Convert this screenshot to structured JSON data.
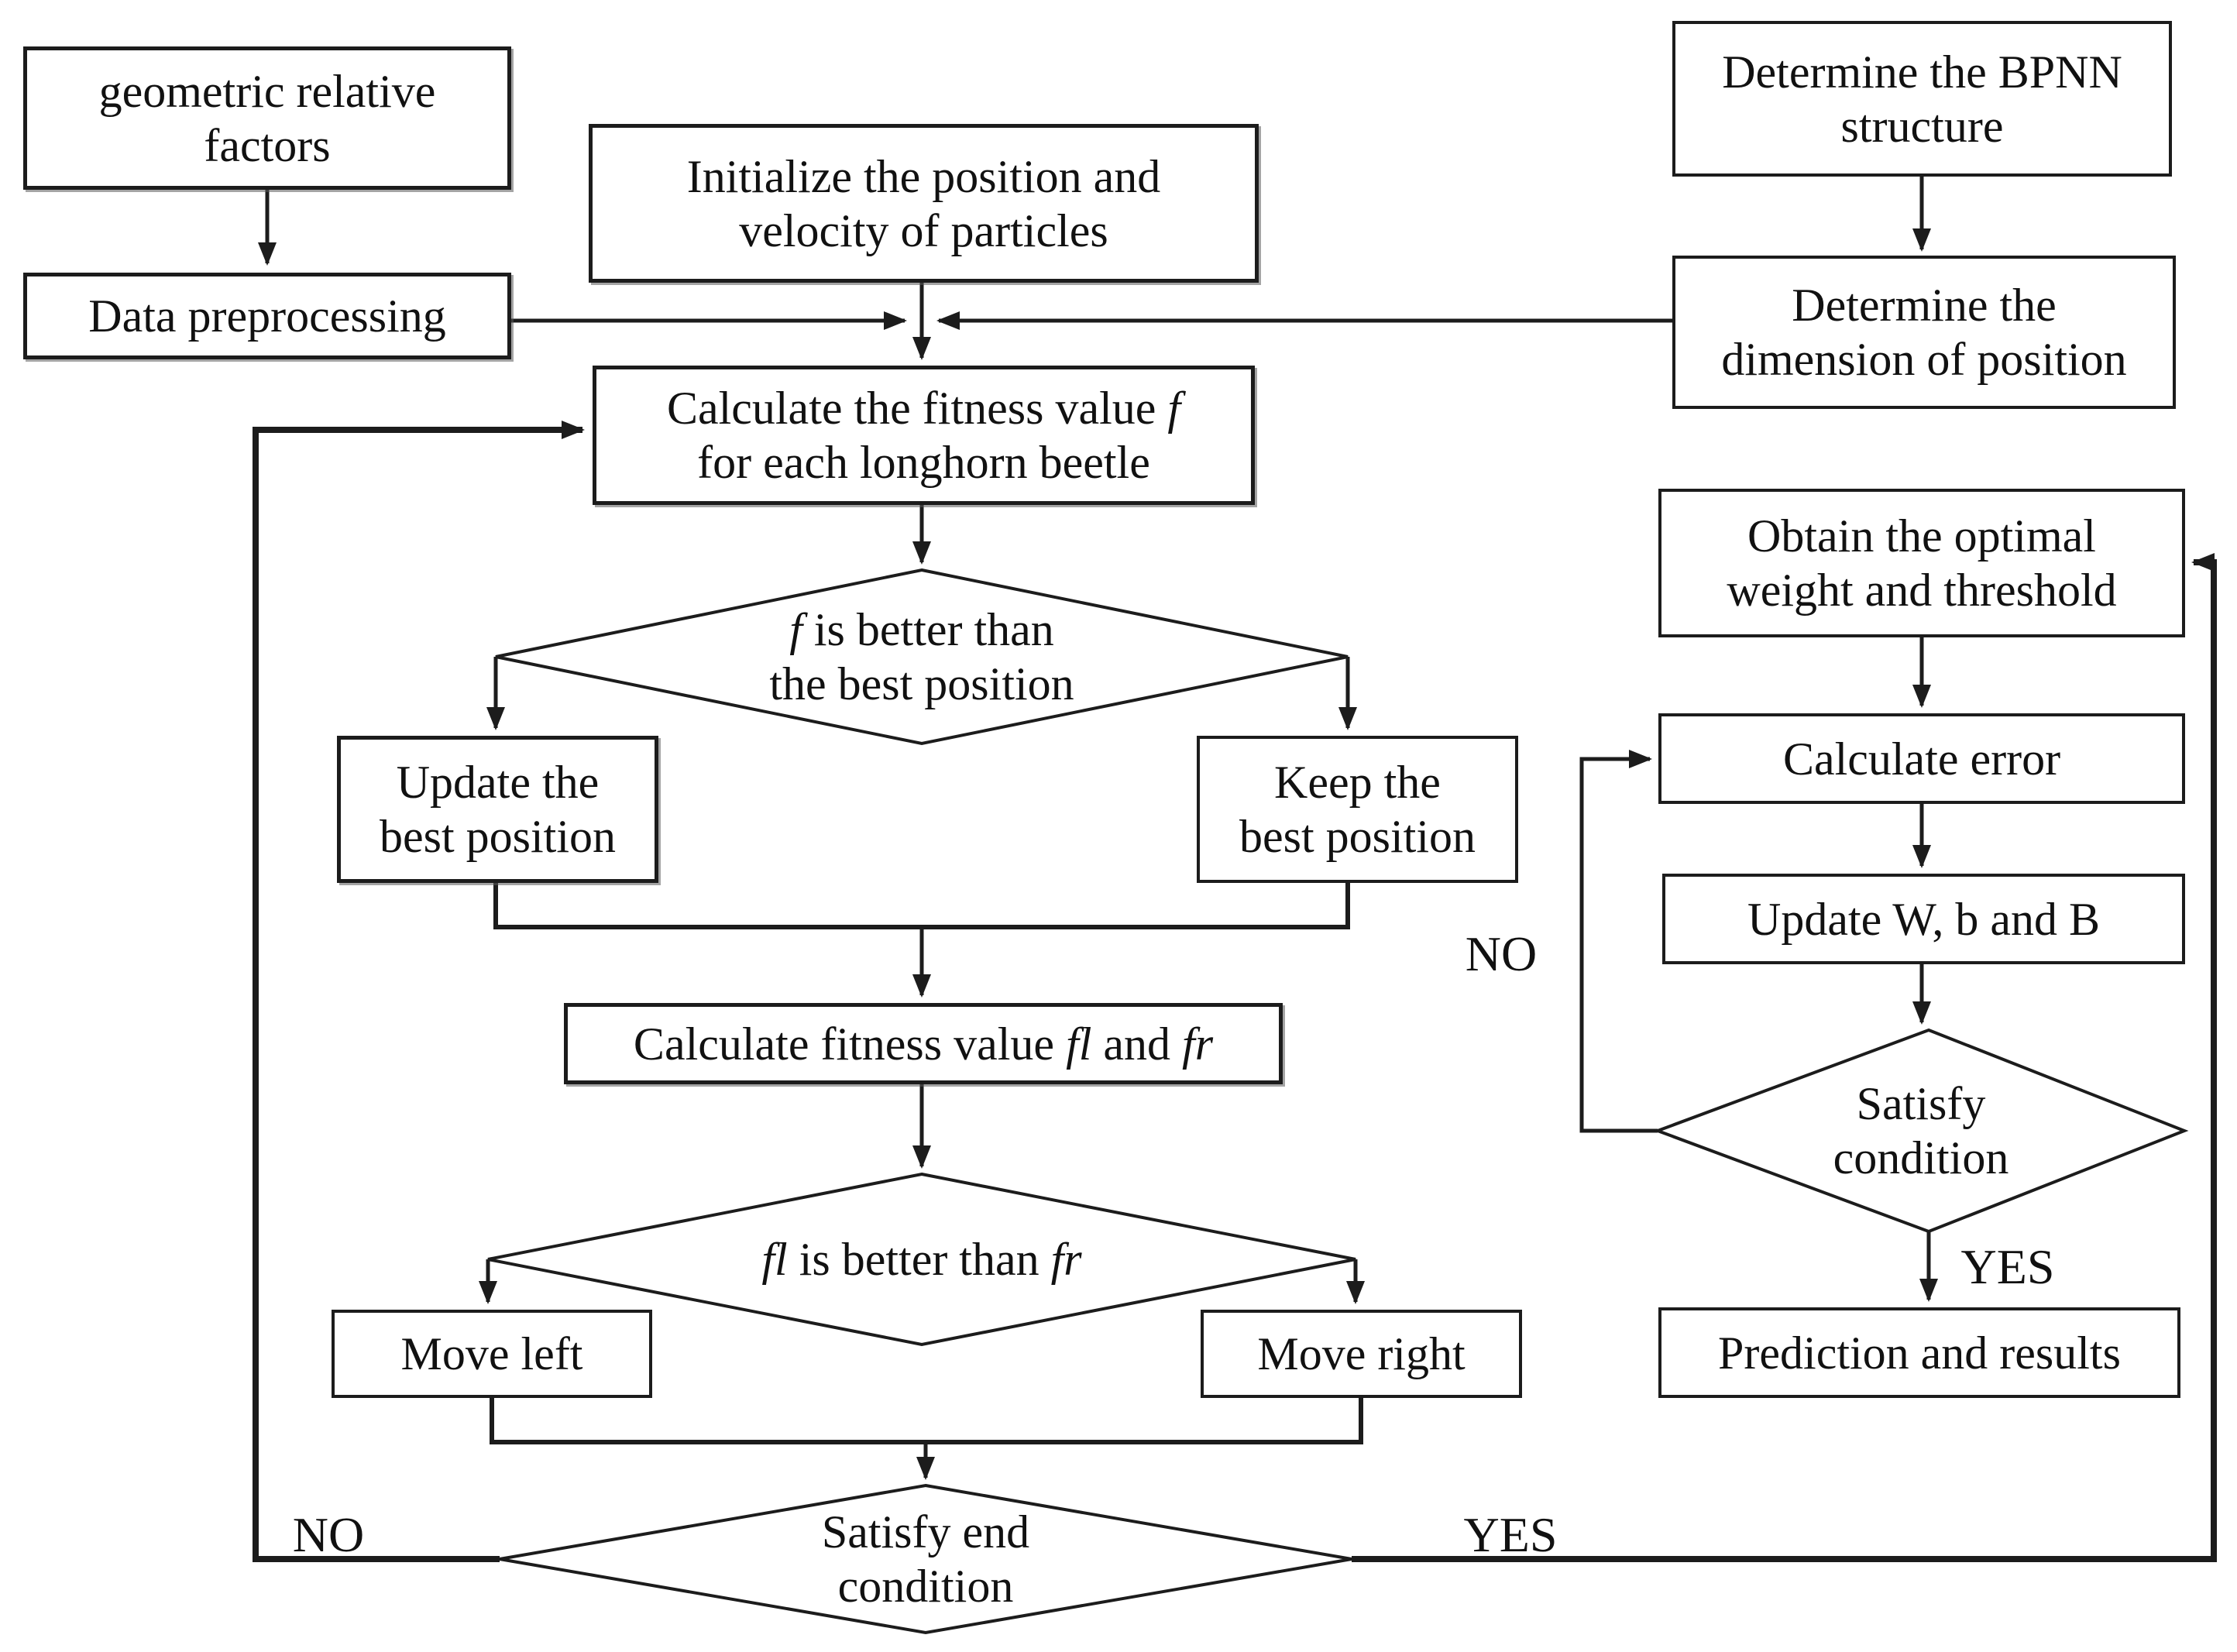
{
  "meta": {
    "type": "flowchart",
    "description": "BAS (longhorn beetle) optimization combined with BPNN training flowchart",
    "ink_color": "#1c1c1c",
    "background_color": "#ffffff"
  },
  "nodes": {
    "geometric": {
      "line1": "geometric relative",
      "line2": "factors"
    },
    "data_preprocessing": {
      "label": "Data preprocessing"
    },
    "initialize": {
      "line1": "Initialize the position and",
      "line2": "velocity of particles"
    },
    "determine_bpnn": {
      "line1": "Determine the BPNN",
      "line2": "structure"
    },
    "determine_dimension": {
      "line1": "Determine the",
      "line2": "dimension of position"
    },
    "calc_fitness": {
      "line1_pre": "Calculate the fitness value ",
      "line1_it": "f",
      "line2": "for each longhorn beetle"
    },
    "diamond_f_better": {
      "it": "f",
      "post": " is better than",
      "line2": "the best position"
    },
    "update_best": {
      "line1": "Update the",
      "line2": "best position"
    },
    "keep_best": {
      "line1": "Keep the",
      "line2": "best position"
    },
    "calc_flfr": {
      "pre": "Calculate fitness value ",
      "it1": "fl",
      "mid": " and ",
      "it2": "fr"
    },
    "diamond_fl_fr": {
      "it1": "fl",
      "mid": " is better than ",
      "it2": "fr"
    },
    "move_left": {
      "label": "Move left"
    },
    "move_right": {
      "label": "Move right"
    },
    "diamond_end": {
      "line1": "Satisfy end",
      "line2": "condition"
    },
    "obtain_optimal": {
      "line1": "Obtain the optimal",
      "line2": "weight and threshold"
    },
    "calc_error": {
      "label": "Calculate error"
    },
    "update_wbb": {
      "label": "Update W, b and B"
    },
    "diamond_condition": {
      "line1": "Satisfy",
      "line2": "condition"
    },
    "prediction": {
      "label": "Prediction and results"
    }
  },
  "edge_labels": {
    "no_left": "NO",
    "yes_right": "YES",
    "no_inner": "NO",
    "yes_inner": "YES"
  }
}
